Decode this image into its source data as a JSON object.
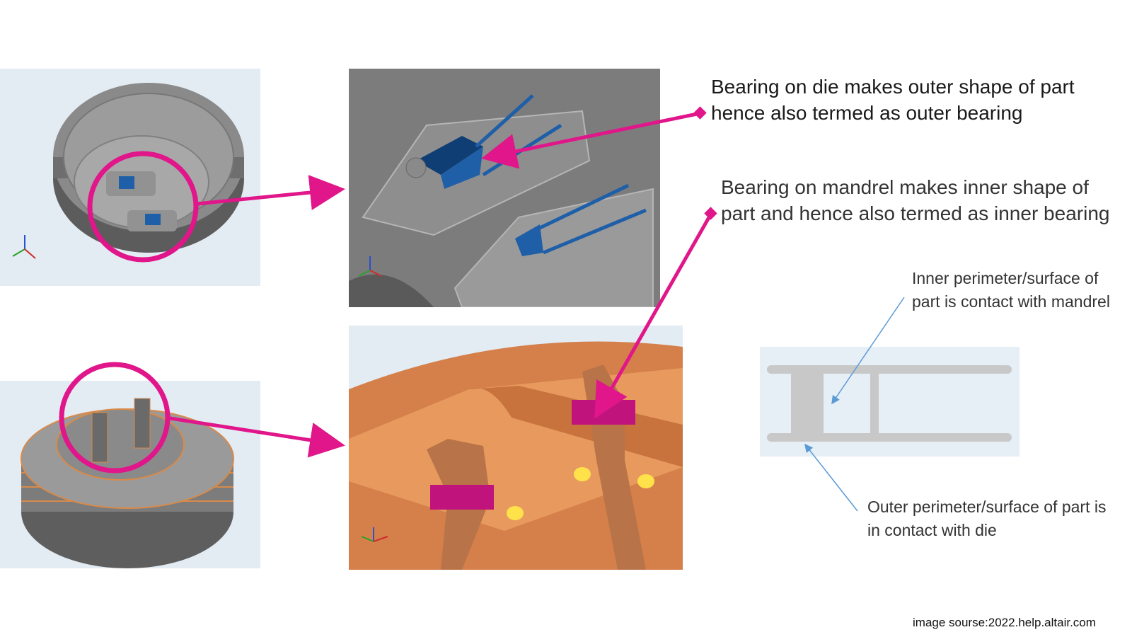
{
  "annotations": {
    "outer_bearing": "Bearing on die makes outer shape of part hence also termed as outer bearing",
    "inner_bearing": "Bearing on mandrel makes inner shape of part and hence also termed as inner bearing",
    "inner_perimeter": "Inner perimeter/surface of part is contact with mandrel",
    "outer_perimeter": "Outer perimeter/surface of part is in contact with die"
  },
  "source": "image sourse:2022.help.altair.com",
  "colors": {
    "accent": "#e0168a",
    "die_gray": "#7a7a7a",
    "bearing_blue": "#1f5fa8",
    "mandrel_orange": "#e08a4c",
    "panel_bg": "#e6eef6",
    "leader_line": "#5b9bd5"
  },
  "icons": [
    "axis-triad-icon"
  ]
}
